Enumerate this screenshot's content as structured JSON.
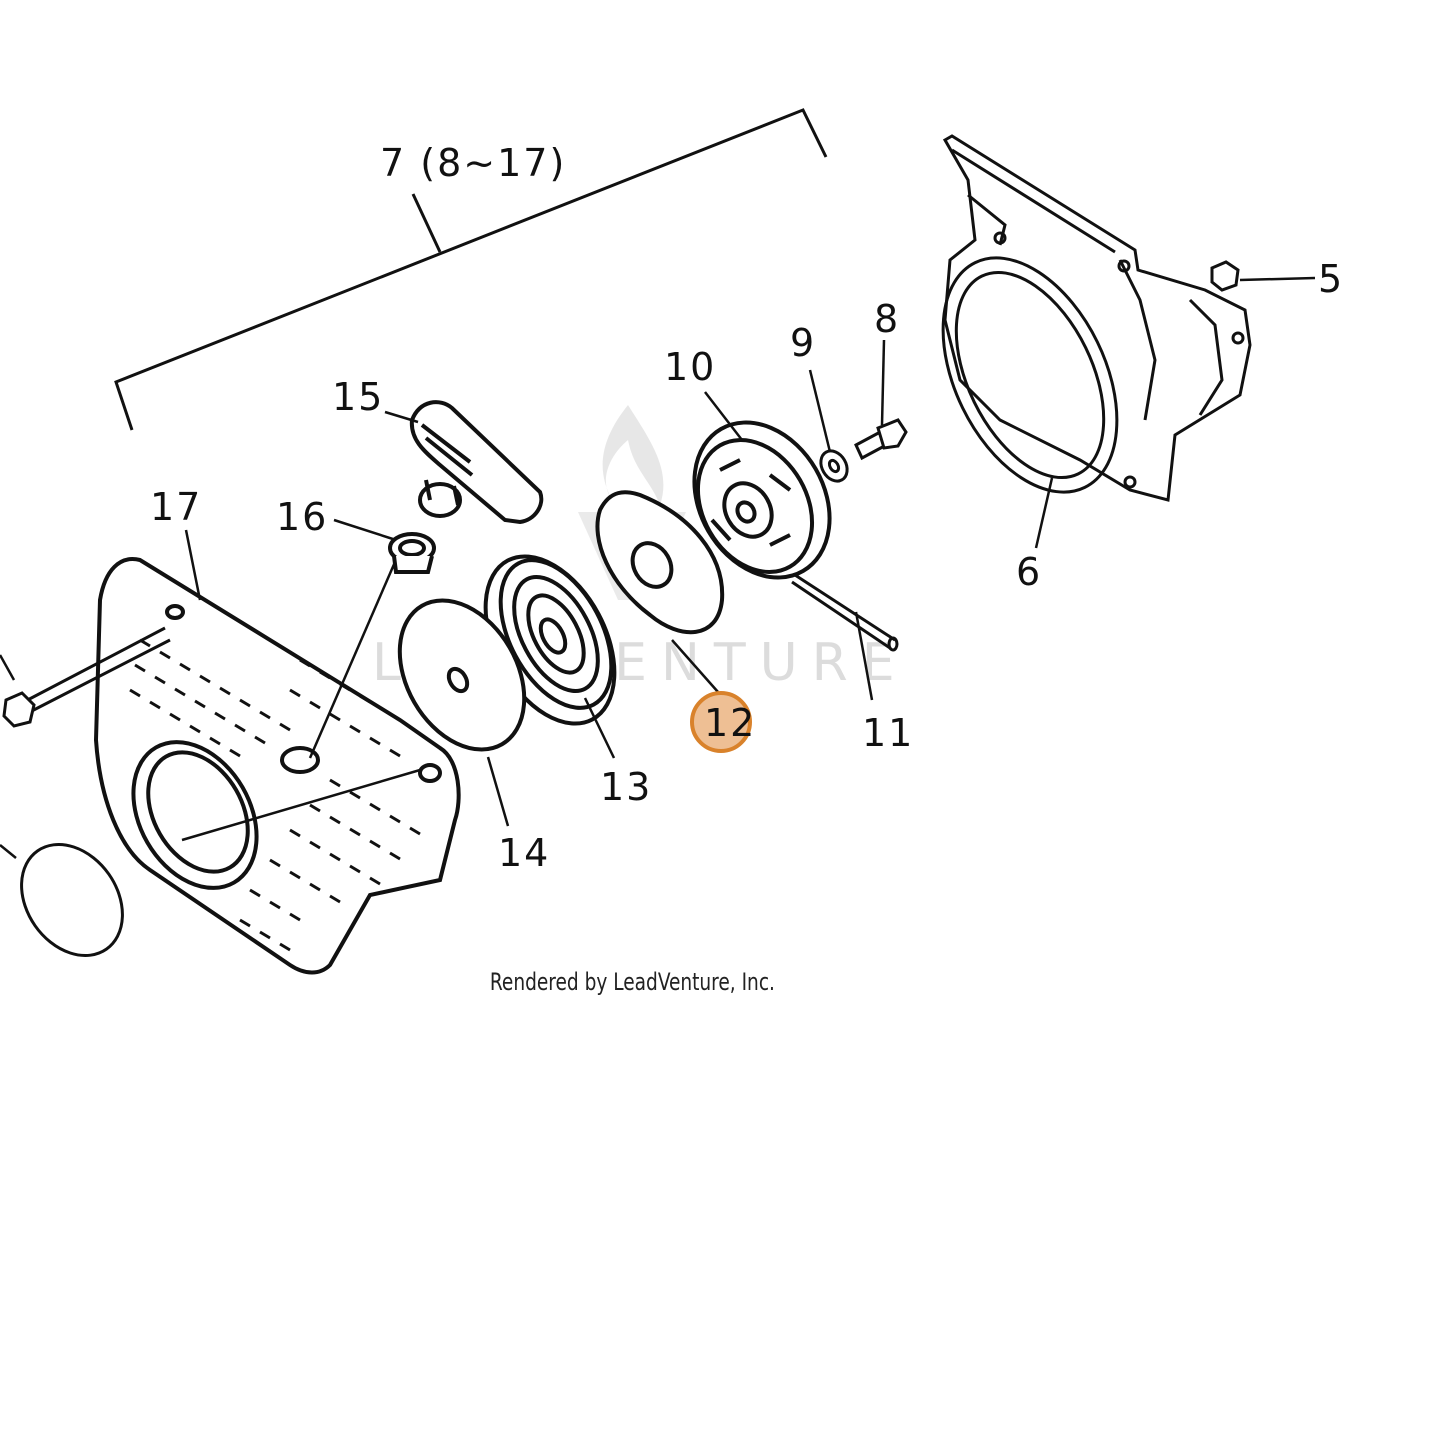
{
  "diagram": {
    "assembly_label": "7 (8~17)",
    "parts": [
      {
        "id": "5",
        "label": "5"
      },
      {
        "id": "6",
        "label": "6"
      },
      {
        "id": "8",
        "label": "8"
      },
      {
        "id": "9",
        "label": "9"
      },
      {
        "id": "10",
        "label": "10"
      },
      {
        "id": "11",
        "label": "11"
      },
      {
        "id": "12",
        "label": "12",
        "highlighted": true
      },
      {
        "id": "13",
        "label": "13"
      },
      {
        "id": "14",
        "label": "14"
      },
      {
        "id": "15",
        "label": "15"
      },
      {
        "id": "16",
        "label": "16"
      },
      {
        "id": "17",
        "label": "17"
      }
    ],
    "highlight_color": "#e08a3c"
  },
  "watermark": {
    "text": "LEADVENTURE"
  },
  "caption": {
    "text": "Rendered by LeadVenture, Inc."
  }
}
